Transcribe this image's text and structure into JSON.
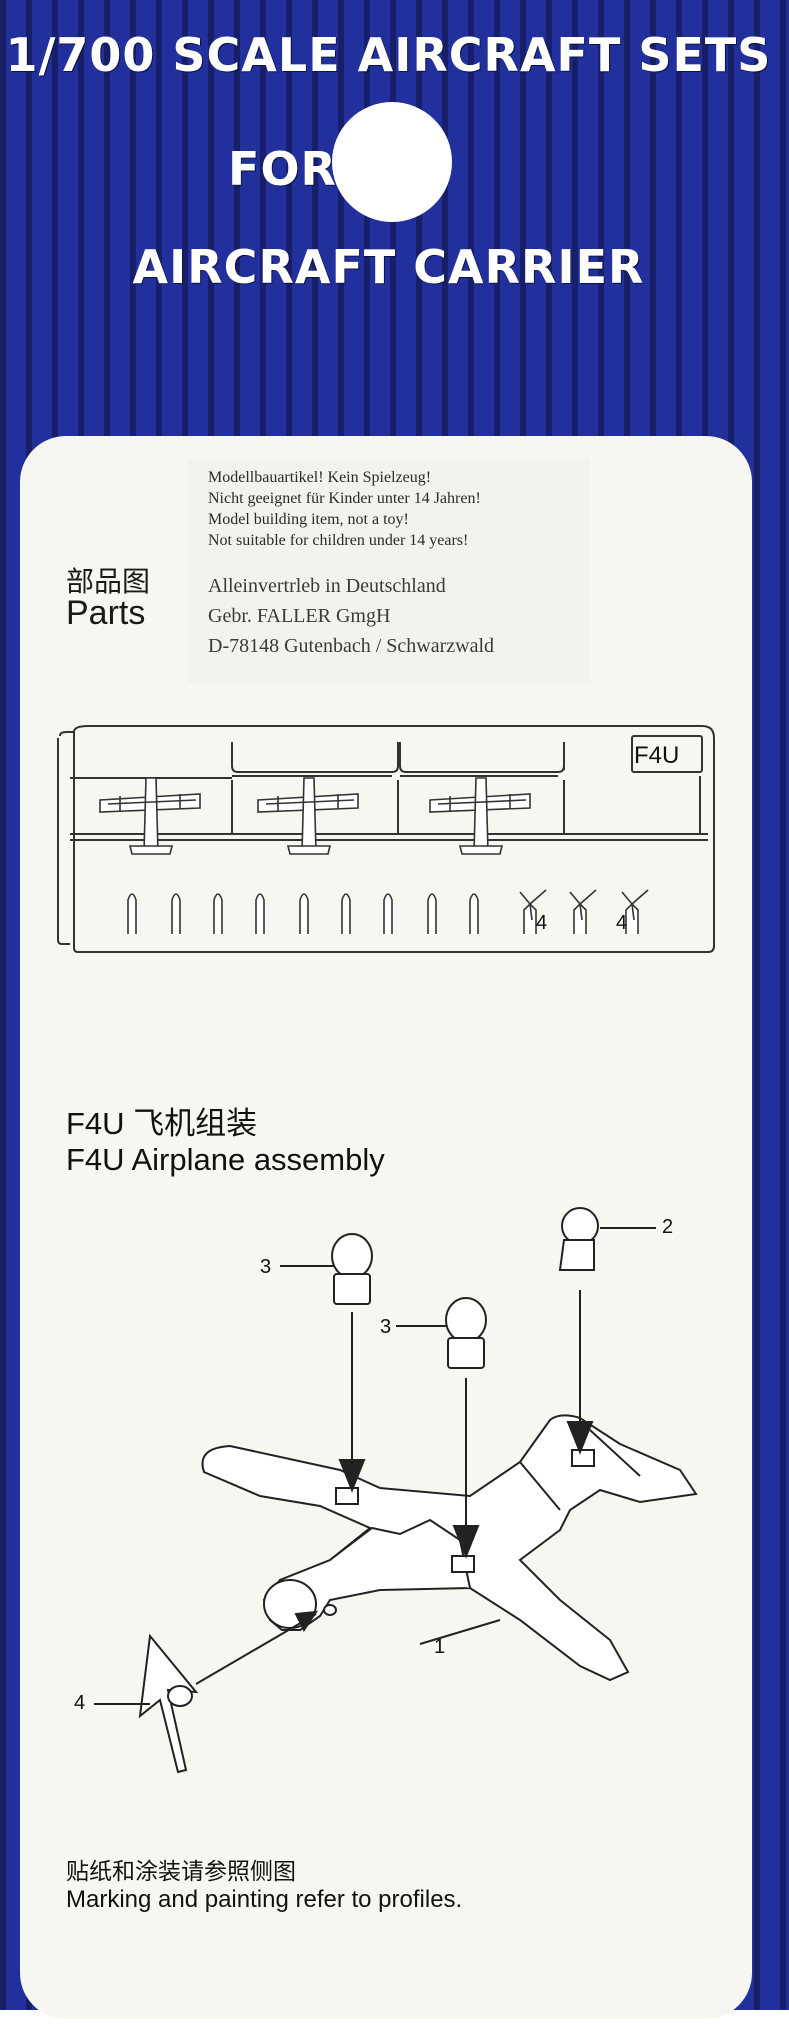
{
  "header": {
    "line1": "1/700 SCALE AIRCRAFT SETS",
    "line2": "FOR",
    "line3": "AIRCRAFT CARRIER"
  },
  "colors": {
    "card_blue": "#1e2b86",
    "stripe_dark": "#131c5c",
    "panel_cream": "#f7f6f0",
    "ink": "#1a1a1a"
  },
  "notice": {
    "warnings": [
      "Modellbauartikel! Kein Spielzeug!",
      "Nicht geeignet für Kinder unter 14 Jahren!",
      "Model building item, not a toy!",
      "Not suitable for children under 14 years!"
    ],
    "distributor": [
      "Alleinvertrleb in Deutschland",
      "Gebr. FALLER GmgH",
      "D-78148 Gutenbach / Schwarzwald"
    ]
  },
  "parts": {
    "title_cn": "部品图",
    "title_en": "Parts",
    "sprue_label": "F4U",
    "propeller_count_labels": [
      "4",
      "4"
    ]
  },
  "assembly": {
    "title_cn": "F4U  飞机组装",
    "title_en": "F4U  Airplane assembly",
    "callouts": [
      "1",
      "2",
      "3",
      "3",
      "4"
    ]
  },
  "footer": {
    "note_cn": "贴纸和涂装请参照侧图",
    "note_en": "Marking and painting refer to profiles."
  }
}
